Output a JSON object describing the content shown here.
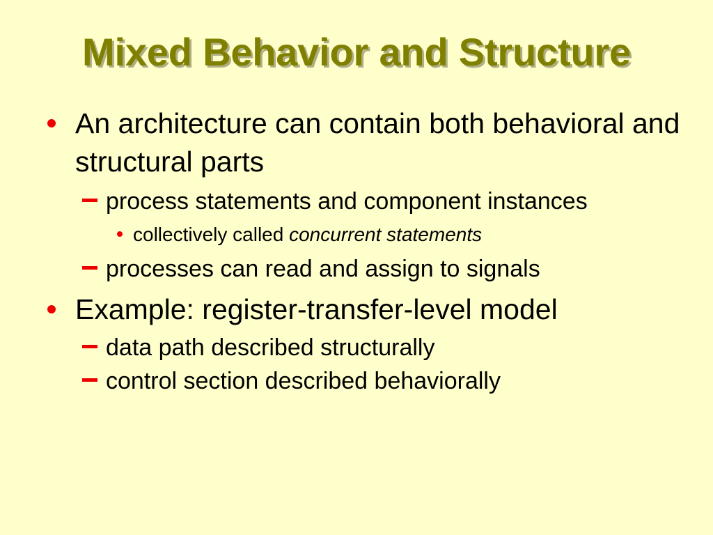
{
  "slide": {
    "background_color": "#FFFFCC",
    "title": "Mixed Behavior and Structure",
    "title_color": "#808000",
    "bullet_color": "#EE0000",
    "text_color": "#000000"
  },
  "outline": [
    {
      "level": 1,
      "marker": "round-bullet",
      "text": "An architecture can contain both behavioral and structural parts"
    },
    {
      "level": 2,
      "marker": "en-dash",
      "text": "process statements and component instances"
    },
    {
      "level": 3,
      "marker": "small-round-bullet",
      "text_plain": "collectively called ",
      "text_italic": "concurrent statements"
    },
    {
      "level": 2,
      "marker": "en-dash",
      "text": "processes can read and assign to signals"
    },
    {
      "level": 1,
      "marker": "round-bullet",
      "text": "Example: register-transfer-level model"
    },
    {
      "level": 2,
      "marker": "en-dash",
      "text": "data path described structurally"
    },
    {
      "level": 2,
      "marker": "en-dash",
      "text": "control section described behaviorally"
    }
  ]
}
